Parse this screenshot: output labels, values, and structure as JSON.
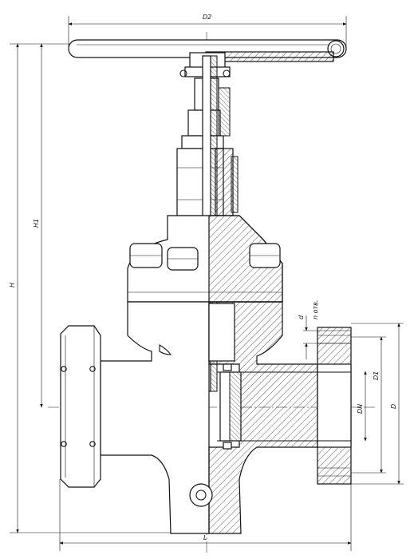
{
  "drawing": {
    "dimensions": {
      "D2": "D2",
      "H": "H",
      "H1": "H1",
      "L": "L",
      "D": "D",
      "D1": "D1",
      "DN": "DN",
      "d": "d",
      "n_holes": "n отв."
    }
  }
}
